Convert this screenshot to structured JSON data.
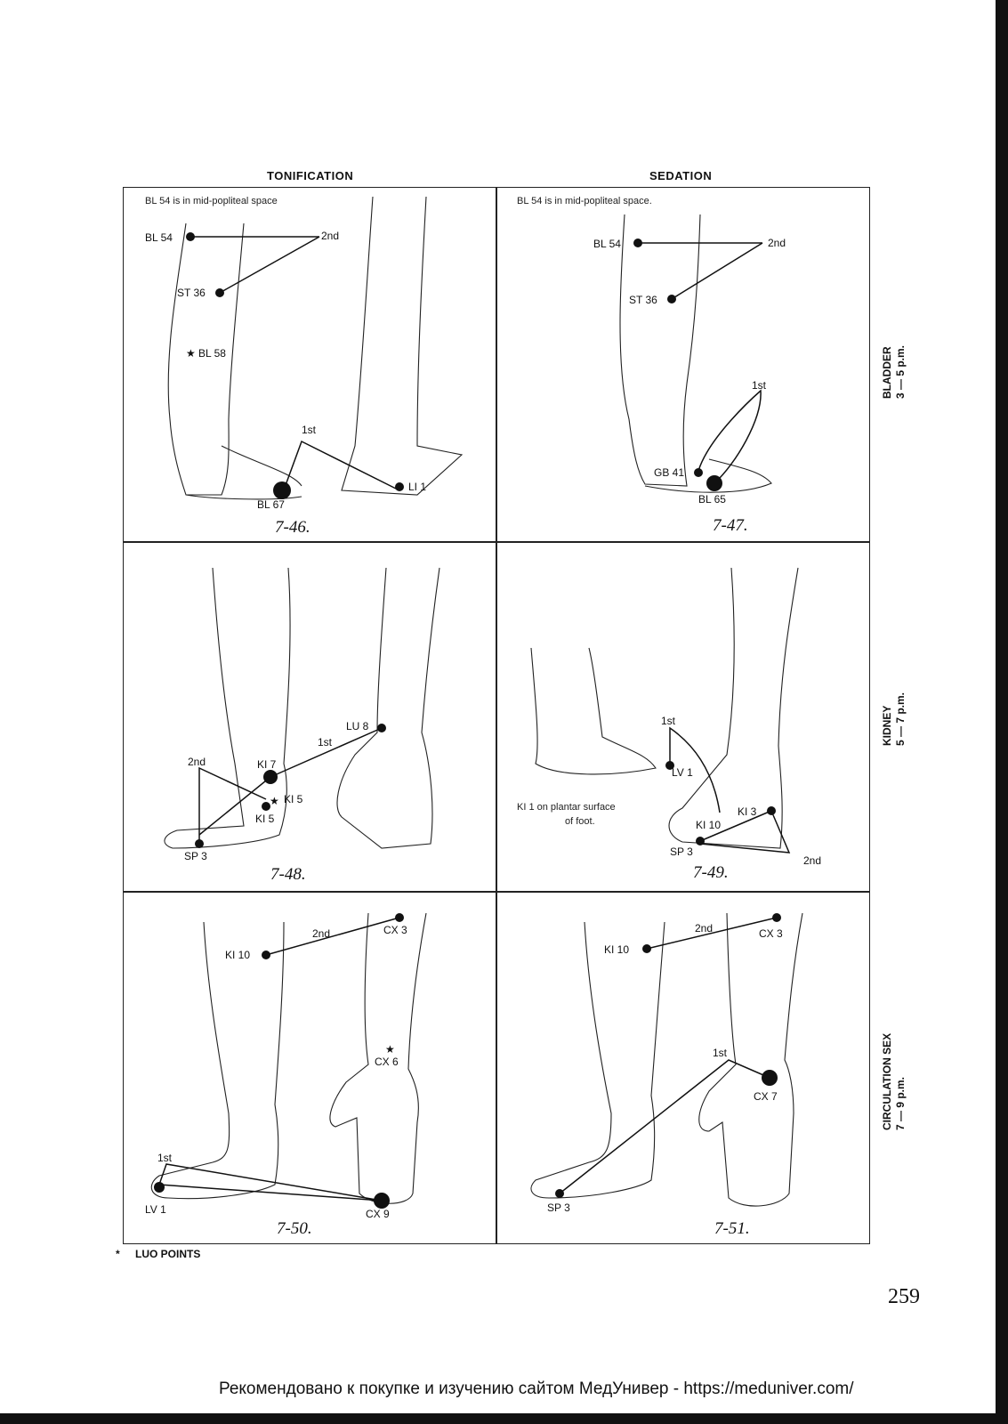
{
  "headers": {
    "left": "TONIFICATION",
    "right": "SEDATION"
  },
  "side_labels": [
    {
      "line1": "BLADDER",
      "line2": "3 — 5 p.m."
    },
    {
      "line1": "KIDNEY",
      "line2": "5 — 7 p.m."
    },
    {
      "line1": "CIRCULATION SEX",
      "line2": "7 — 9 p.m."
    }
  ],
  "panels": [
    {
      "figure": "7-46.",
      "note": "BL 54 is in mid-popliteal space",
      "labels": {
        "bl54": "BL 54",
        "second": "2nd",
        "st36": "ST 36",
        "bl58": "BL 58",
        "first": "1st",
        "li1": "LI 1",
        "bl67": "BL 67"
      }
    },
    {
      "figure": "7-47.",
      "note": "BL 54 is in mid-popliteal space.",
      "labels": {
        "bl54": "BL 54",
        "second": "2nd",
        "st36": "ST 36",
        "first": "1st",
        "gb41": "GB 41",
        "bl65": "BL 65"
      }
    },
    {
      "figure": "7-48.",
      "labels": {
        "lu8": "LU 8",
        "first": "1st",
        "second": "2nd",
        "ki7": "KI 7",
        "ki5a": "KI 5",
        "ki5b": "KI 5",
        "sp3": "SP 3"
      }
    },
    {
      "figure": "7-49.",
      "note_line1": "KI 1 on plantar surface",
      "note_line2": "of foot.",
      "labels": {
        "first": "1st",
        "lv1": "LV 1",
        "ki3": "KI 3",
        "ki10": "KI 10",
        "sp3": "SP 3",
        "second": "2nd"
      }
    },
    {
      "figure": "7-50.",
      "labels": {
        "second": "2nd",
        "cx3": "CX 3",
        "ki10": "KI 10",
        "cx6": "CX 6",
        "first": "1st",
        "lv1": "LV 1",
        "cx9": "CX 9"
      }
    },
    {
      "figure": "7-51.",
      "labels": {
        "second": "2nd",
        "cx3": "CX 3",
        "ki10": "KI 10",
        "first": "1st",
        "cx7": "CX 7",
        "sp3": "SP 3"
      }
    }
  ],
  "legend": {
    "marker": "*",
    "text": "LUO POINTS"
  },
  "page_number": "259",
  "footer": "Рекомендовано к покупке и изучению сайтом МедУнивер - https://meduniver.com/"
}
